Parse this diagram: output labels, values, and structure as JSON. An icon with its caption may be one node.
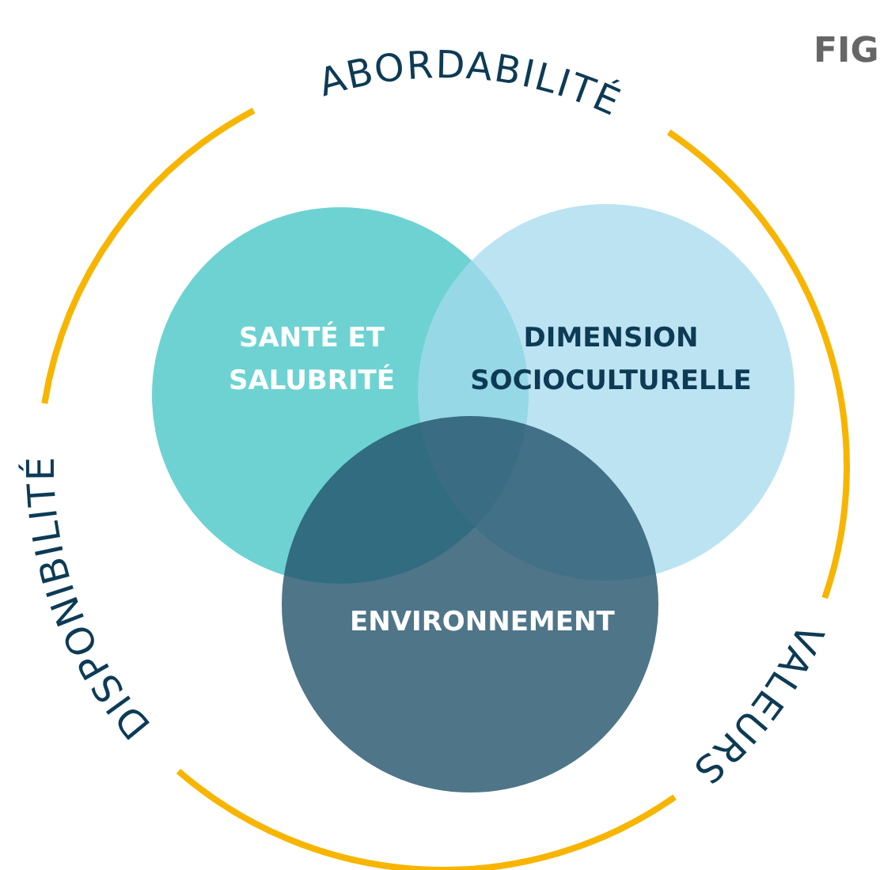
{
  "diagram": {
    "nodes": [
      {
        "text": [
          "SANTÉ ET SALUBRITÉ"
        ]
      },
      {
        "text": [
          "DIMENSION SOCIOCULTURELLE"
        ]
      },
      {
        "text": [
          "ENVIRONNEMENT"
        ]
      }
    ],
    "edges": [],
    "labels": [
      "ABORDABILITÉ",
      "FIG",
      "DISPONIBILITÉ",
      "VALEURS"
    ]
  }
}
